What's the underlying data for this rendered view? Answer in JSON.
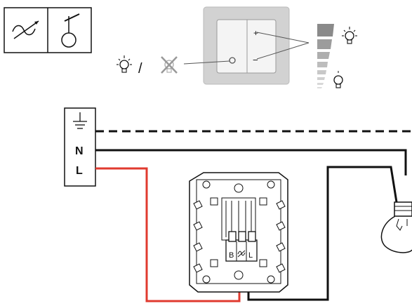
{
  "symbols": {
    "dimmer_symbol_icon": "dimmer-symbol-icon",
    "switch_symbol_icon": "switch-symbol-icon"
  },
  "dimmer_panel": {
    "plus_sign": "+",
    "minus_sign": "−"
  },
  "lamp_states": {
    "separator": "/"
  },
  "terminal_block": {
    "earth_icon": "earth-ground-icon",
    "neutral_label": "N",
    "live_label": "L"
  },
  "mechanism": {
    "terminal_b_label": "B",
    "terminal_mid_icon": "dimmer-glyph-icon",
    "terminal_l_label": "L"
  },
  "colors": {
    "live_wire": "#e03a2f",
    "neutral_wire": "#111111",
    "earth_wire": "#111111",
    "panel_frame": "#d2d2d2",
    "panel_face": "#f4f4f4",
    "ramp_dark": "#8a8a8a",
    "ramp_light": "#d0d0d0"
  }
}
